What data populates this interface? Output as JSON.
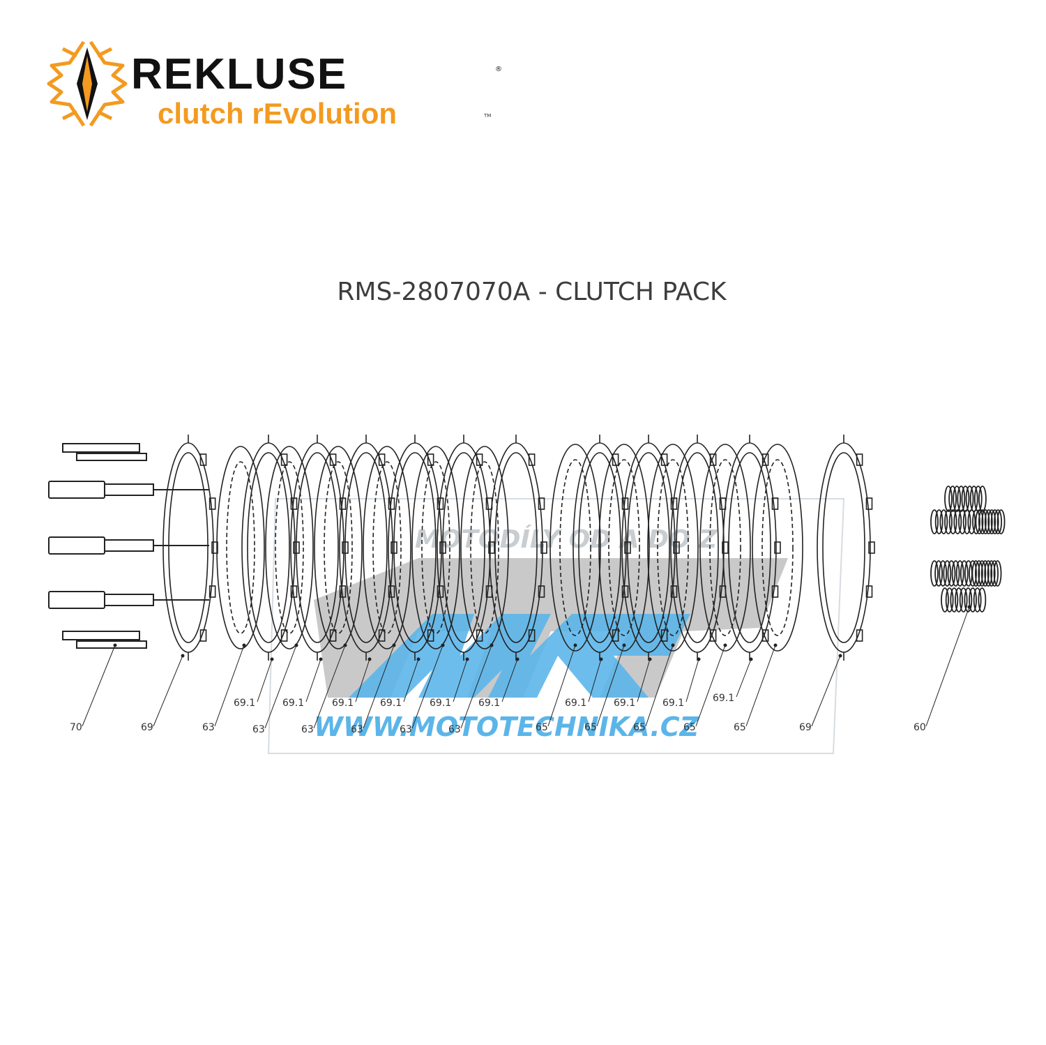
{
  "brand": {
    "name": "REKLUSE",
    "tagline": "clutch rEvolution",
    "registered_mark": "®",
    "trademark": "TM"
  },
  "title": "RMS-2807070A - CLUTCH PACK",
  "watermark": {
    "line1": "MOTODÍLY OD A DO Z",
    "url": "WWW.MOTOTECHNIKA.CZ",
    "color": "#3fa9e6"
  },
  "colors": {
    "logo_orange": "#f39a1f",
    "ink": "#222222"
  },
  "callouts": [
    {
      "id": "c70",
      "text": "70"
    },
    {
      "id": "c69a",
      "text": "69"
    },
    {
      "id": "c63a",
      "text": "63"
    },
    {
      "id": "c691a",
      "text": "69.1"
    },
    {
      "id": "c63b",
      "text": "63"
    },
    {
      "id": "c691b",
      "text": "69.1"
    },
    {
      "id": "c63c",
      "text": "63"
    },
    {
      "id": "c691c",
      "text": "69.1"
    },
    {
      "id": "c63d",
      "text": "63"
    },
    {
      "id": "c691d",
      "text": "69.1"
    },
    {
      "id": "c63e",
      "text": "63"
    },
    {
      "id": "c691e",
      "text": "69.1"
    },
    {
      "id": "c63f",
      "text": "63"
    },
    {
      "id": "c691f",
      "text": "69.1"
    },
    {
      "id": "c65a",
      "text": "65"
    },
    {
      "id": "c691g",
      "text": "69.1"
    },
    {
      "id": "c65b",
      "text": "65"
    },
    {
      "id": "c691h",
      "text": "69.1"
    },
    {
      "id": "c65c",
      "text": "65"
    },
    {
      "id": "c691i",
      "text": "69.1"
    },
    {
      "id": "c65d",
      "text": "65"
    },
    {
      "id": "c691j",
      "text": "69.1"
    },
    {
      "id": "c65e",
      "text": "65"
    },
    {
      "id": "c69b",
      "text": "69"
    },
    {
      "id": "c60",
      "text": "60"
    }
  ]
}
